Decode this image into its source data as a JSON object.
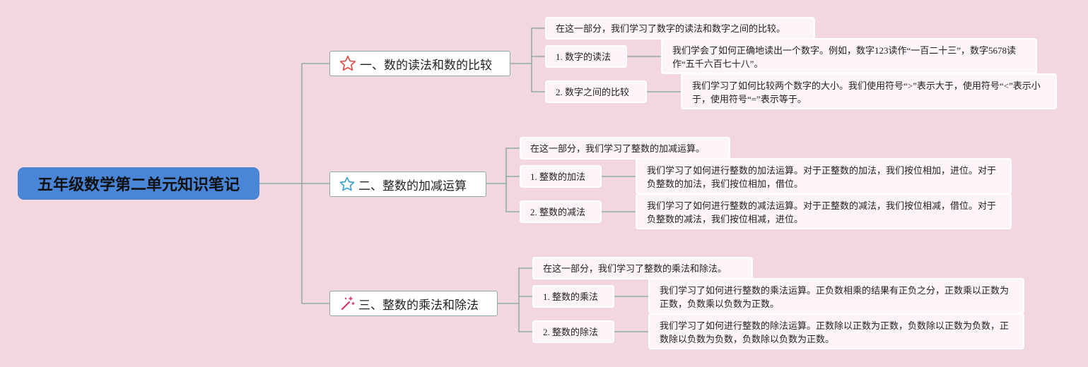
{
  "root": {
    "title": "五年级数学第二单元知识笔记"
  },
  "branches": [
    {
      "title": "一、数的读法和数的比较",
      "icon": "red-star-outline-icon",
      "intro": "在这一部分，我们学习了数字的读法和数字之间的比较。",
      "items": [
        {
          "label": "1. 数字的读法",
          "detail": "我们学会了如何正确地读出一个数字。例如，数字123读作“一百二十三”，数字5678读作“五千六百七十八”。"
        },
        {
          "label": "2. 数字之间的比较",
          "detail": "我们学习了如何比较两个数字的大小。我们使用符号“>”表示大于，使用符号“<”表示小于，使用符号“=”表示等于。"
        }
      ]
    },
    {
      "title": "二、整数的加减运算",
      "icon": "blue-star-outline-icon",
      "intro": "在这一部分，我们学习了整数的加减运算。",
      "items": [
        {
          "label": "1. 整数的加法",
          "detail": "我们学习了如何进行整数的加法运算。对于正整数的加法，我们按位相加，进位。对于负整数的加法，我们按位相加，借位。"
        },
        {
          "label": "2. 整数的减法",
          "detail": "我们学习了如何进行整数的减法运算。对于正整数的减法，我们按位相减，借位。对于负整数的减法，我们按位相减，进位。"
        }
      ]
    },
    {
      "title": "三、整数的乘法和除法",
      "icon": "magic-wand-icon",
      "intro": "在这一部分，我们学习了整数的乘法和除法。",
      "items": [
        {
          "label": "1. 整数的乘法",
          "detail": "我们学习了如何进行整数的乘法运算。正负数相乘的结果有正负之分，正数乘以正数为正数，负数乘以负数为正数。"
        },
        {
          "label": "2. 整数的除法",
          "detail": "我们学习了如何进行整数的除法运算。正数除以正数为正数，负数除以正数为负数，正数除以负数为负数，负数除以负数为正数。"
        }
      ]
    }
  ],
  "colors": {
    "background": "#f2d7df",
    "root": "#4a86d8",
    "connector": "#7fa39a",
    "star_red": "#e0524a",
    "star_blue": "#3a9bd6",
    "wand": "#d6336c"
  }
}
